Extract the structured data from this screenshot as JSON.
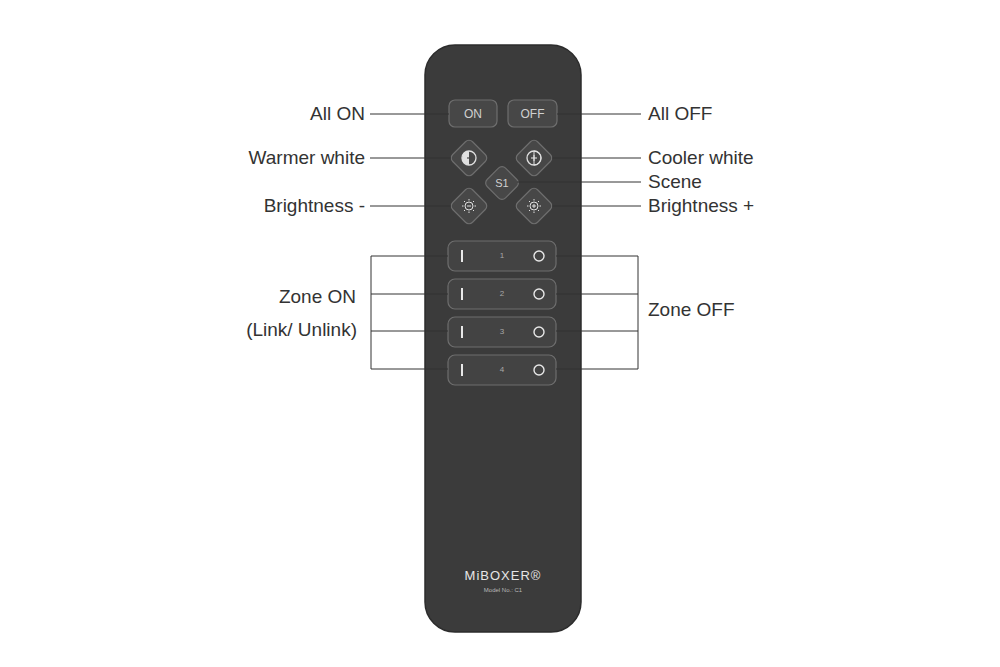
{
  "diagram": {
    "nodes": [
      {
        "text": [
          "MiBOXER®",
          "Model No.: C1"
        ]
      },
      {
        "text": [
          "ON"
        ],
        "in": 0
      },
      {
        "text": [
          "OFF"
        ],
        "in": 0
      },
      {
        "text": [
          "S1"
        ],
        "in": 0
      },
      {
        "text": [
          "1"
        ],
        "in": 0
      },
      {
        "text": [
          "2"
        ],
        "in": 0
      },
      {
        "text": [
          "3"
        ],
        "in": 0
      },
      {
        "text": [
          "4"
        ],
        "in": 0
      }
    ],
    "labels": [
      "All ON",
      "All OFF",
      "Warmer white",
      "Cooler white",
      "Scene",
      "Brightness -",
      "Brightness +",
      "Zone ON",
      "(Link/ Unlink)",
      "Zone OFF"
    ]
  }
}
